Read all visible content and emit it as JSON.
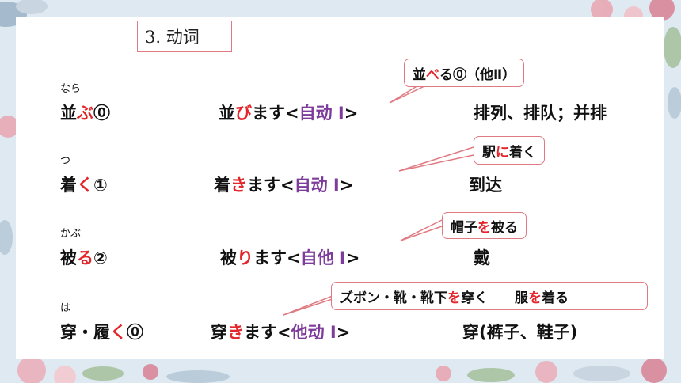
{
  "title": "3. 动词",
  "rows": [
    {
      "ruby": "なら",
      "dict_plain": "並",
      "dict_red": "ぶ",
      "dict_accent": "⓪",
      "masu_plain": "並",
      "masu_red": "び",
      "masu_rest": "ます<",
      "masu_type": "自动 Ⅰ",
      "masu_close": ">",
      "meaning": "排列、排队；并排",
      "callout": {
        "parts": [
          {
            "t": "並",
            "c": ""
          },
          {
            "t": "べ",
            "c": "red"
          },
          {
            "t": "る⓪（他Ⅱ）",
            "c": ""
          }
        ]
      }
    },
    {
      "ruby": "つ",
      "dict_plain": "着",
      "dict_red": "く",
      "dict_accent": "①",
      "masu_plain": "着",
      "masu_red": "き",
      "masu_rest": "ます<",
      "masu_type": "自动 Ⅰ",
      "masu_close": ">",
      "meaning": "到达",
      "callout": {
        "parts": [
          {
            "t": "駅",
            "c": ""
          },
          {
            "t": "に",
            "c": "red"
          },
          {
            "t": "着く",
            "c": ""
          }
        ]
      }
    },
    {
      "ruby": "かぶ",
      "dict_plain": "被",
      "dict_red": "る",
      "dict_accent": "②",
      "masu_plain": "被",
      "masu_red": "り",
      "masu_rest": "ます<",
      "masu_type": "自他 Ⅰ",
      "masu_close": ">",
      "meaning": "戴",
      "callout": {
        "parts": [
          {
            "t": "帽子",
            "c": ""
          },
          {
            "t": "を",
            "c": "red"
          },
          {
            "t": "被る",
            "c": ""
          }
        ]
      }
    },
    {
      "ruby": "は",
      "dict_plain": "穿・履",
      "dict_red": "く",
      "dict_accent": "⓪",
      "masu_plain": "穿",
      "masu_red": "き",
      "masu_rest": "ます<",
      "masu_type": "他动 Ⅰ",
      "masu_close": ">",
      "meaning": "穿(裤子、鞋子)",
      "callout": {
        "parts": [
          {
            "t": "ズボン・靴・靴下",
            "c": ""
          },
          {
            "t": "を",
            "c": "red"
          },
          {
            "t": "穿く",
            "c": ""
          },
          {
            "t": "　　服",
            "c": ""
          },
          {
            "t": "を",
            "c": "red"
          },
          {
            "t": "着る",
            "c": ""
          }
        ]
      }
    }
  ],
  "colors": {
    "red": "#e3262b",
    "purple": "#7d3c9b",
    "border": "#e07a82"
  }
}
